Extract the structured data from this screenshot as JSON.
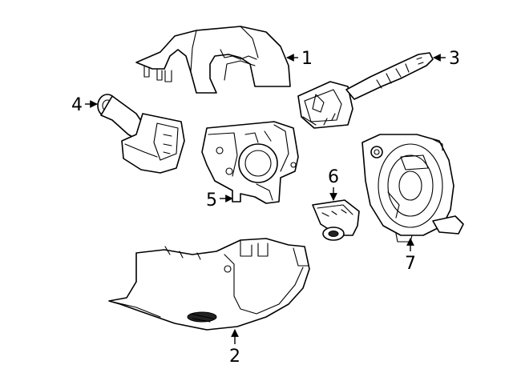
{
  "diagram": {
    "callouts": {
      "c1": "1",
      "c2": "2",
      "c3": "3",
      "c4": "4",
      "c5": "5",
      "c6": "6",
      "c7": "7"
    },
    "colors": {
      "line": "#000000",
      "background": "#ffffff"
    }
  }
}
